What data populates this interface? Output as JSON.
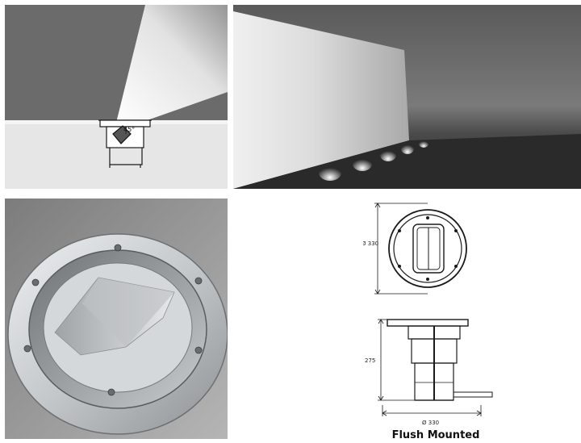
{
  "diagram_angle": {
    "label": "45°"
  },
  "drawing": {
    "top_diameter_label": "Ø 330",
    "height_label": "275",
    "bottom_diameter_label": "Ø 330",
    "caption": "Flush Mounted"
  },
  "colors": {
    "wall_dark": "#6b6b6b",
    "ground_light": "#e6e6e6",
    "stainless": "#c4c8cb",
    "line": "#1a1a1a"
  }
}
